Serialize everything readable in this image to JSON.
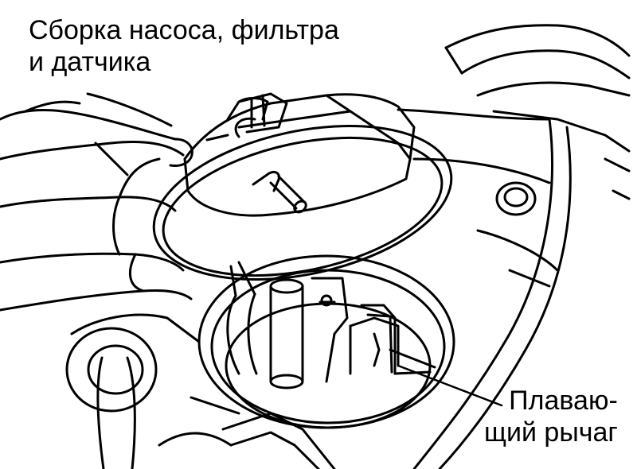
{
  "labels": {
    "assembly": {
      "line1": "Сборка насоса, фильтра",
      "line2": "и  датчика"
    },
    "float_arm": {
      "line1": "Плаваю-",
      "line2": "щий рычаг"
    }
  },
  "colors": {
    "ink": "#000000",
    "paper": "#ffffff"
  }
}
